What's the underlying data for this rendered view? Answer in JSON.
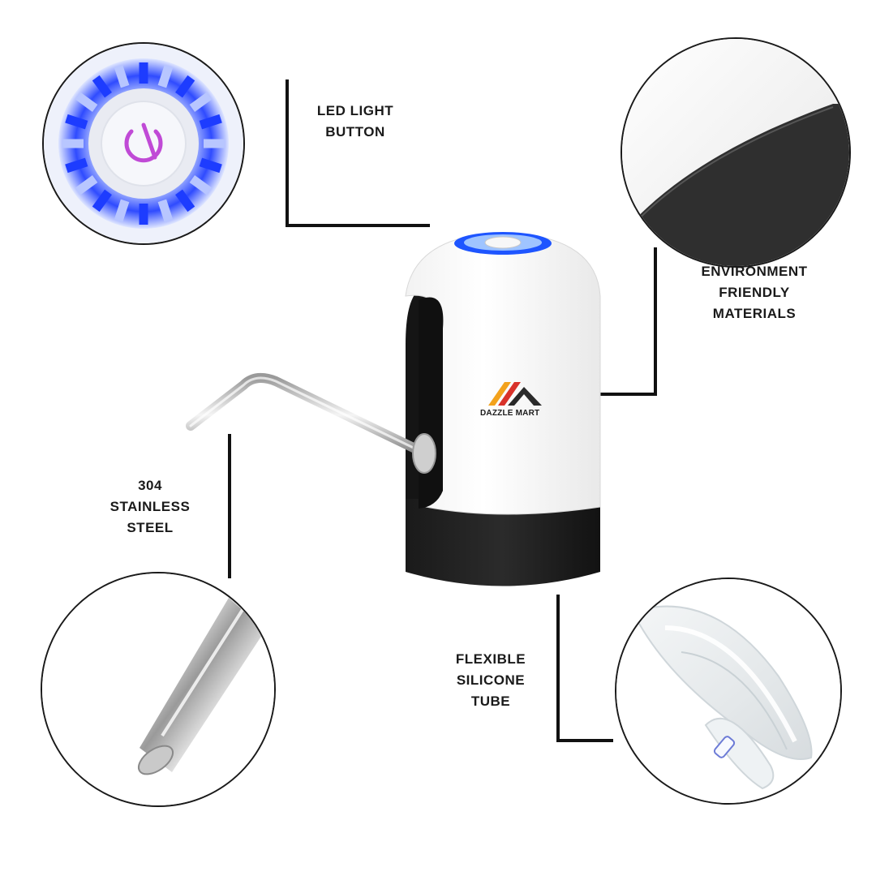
{
  "features": {
    "led": {
      "line1": "LED LIGHT",
      "line2": "BUTTON"
    },
    "eco": {
      "line1": "ENVIRONMENT",
      "line2": "FRIENDLY",
      "line3": "MATERIALS"
    },
    "steel": {
      "line1": "304",
      "line2": "STAINLESS",
      "line3": "STEEL"
    },
    "tube": {
      "line1": "FLEXIBLE",
      "line2": "SILICONE",
      "line3": "TUBE"
    }
  },
  "brand": {
    "name": "DAZZLE MART"
  },
  "colors": {
    "accent_blue": "#2f6bff",
    "button_purple": "#c04ad6",
    "body_white": "#ffffff",
    "base_black": "#111111",
    "logo_red": "#d8322a",
    "logo_orange": "#f3a21c"
  }
}
